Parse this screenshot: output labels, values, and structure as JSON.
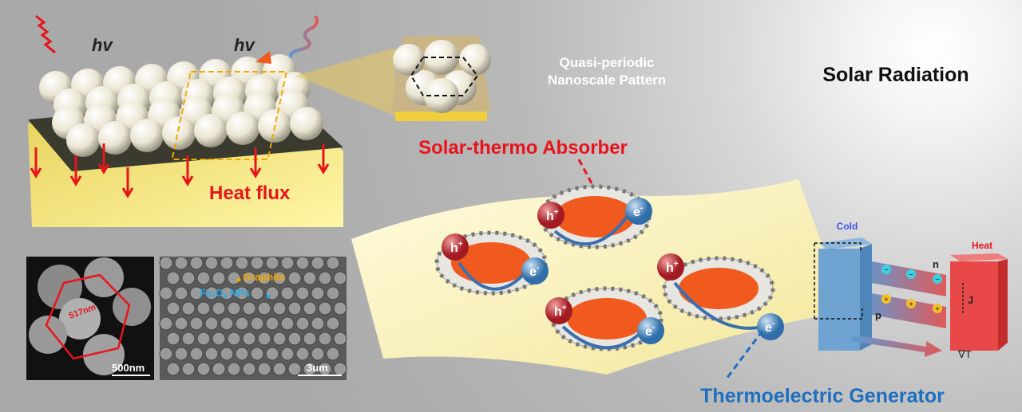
{
  "labels": {
    "hv_left": "hv",
    "hv_right": "hv",
    "pattern_title_line1": "Quasi-periodic",
    "pattern_title_line2": "Nanoscale Pattern",
    "solar_radiation": "Solar Radiation",
    "absorber": "Solar-thermo Absorber",
    "heat_flux": "Heat flux",
    "teg": "Thermoelectric Generator",
    "hole": "h",
    "hole_sup": "+",
    "electron": "e",
    "electron_sup": "-"
  },
  "sem_left": {
    "measure": "517nm",
    "scale_bar": "500nm"
  },
  "sem_right": {
    "graphite": "Graphite",
    "fe3o4_main": "Fe",
    "fe3o4_sub1": "3",
    "fe3o4_mid": "O",
    "fe3o4_sub2": "4",
    "fe3o4_tail": " NPs",
    "scale_bar": "3um"
  },
  "teg_module": {
    "cold": "Cold",
    "heat": "Heat",
    "n": "n",
    "p": "p",
    "j": "J",
    "grad": "∇T",
    "minus": "−",
    "plus": "+"
  },
  "colors": {
    "red": "#e8141c",
    "blue": "#1d6fc0",
    "yellow": "#f6d64a",
    "orange": "#f05a1e"
  }
}
